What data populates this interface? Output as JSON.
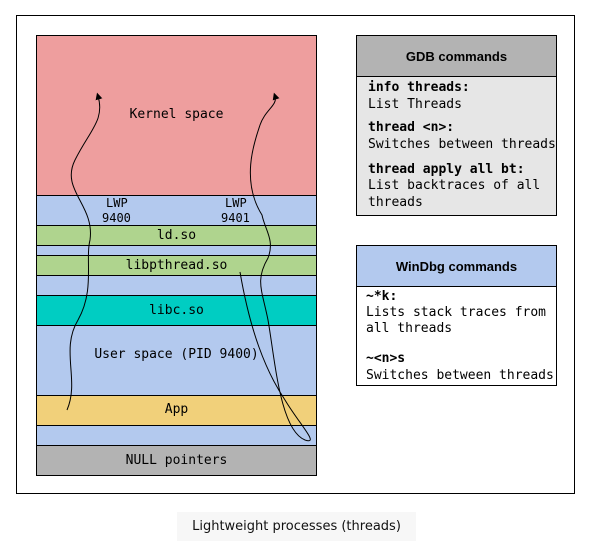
{
  "layers": {
    "kernel": "Kernel space",
    "ldso": "ld.so",
    "libpthread": "libpthread.so",
    "libc": "libc.so",
    "user": "User space (PID 9400)",
    "app": "App",
    "null": "NULL pointers"
  },
  "lwp": [
    {
      "label": "LWP",
      "id": "9400"
    },
    {
      "label": "LWP",
      "id": "9401"
    }
  ],
  "gdb": {
    "title": "GDB commands",
    "items": [
      {
        "cmd": "info threads:",
        "desc": "List Threads"
      },
      {
        "cmd": "thread <n>:",
        "desc": "Switches between threads"
      },
      {
        "cmd": "thread apply all bt:",
        "desc": "List backtraces of all",
        "desc2": "threads"
      }
    ]
  },
  "windbg": {
    "title": "WinDbg commands",
    "items": [
      {
        "cmd": "~*k:",
        "desc": "Lists stack traces from",
        "desc2": "all threads"
      },
      {
        "cmd": "~<n>s",
        "desc": "Switches between threads"
      }
    ]
  },
  "caption": "Lightweight processes (threads)",
  "colors": {
    "kernel": "#ee9e9e",
    "blue": "#b3c9ee",
    "green": "#afd48e",
    "teal": "#00cdc2",
    "app": "#f1d07a",
    "null": "#b3b3b3",
    "gdb_bg": "#e6e6e6",
    "gdb_head": "#b3b3b3",
    "windbg_head": "#b3c9ee"
  }
}
